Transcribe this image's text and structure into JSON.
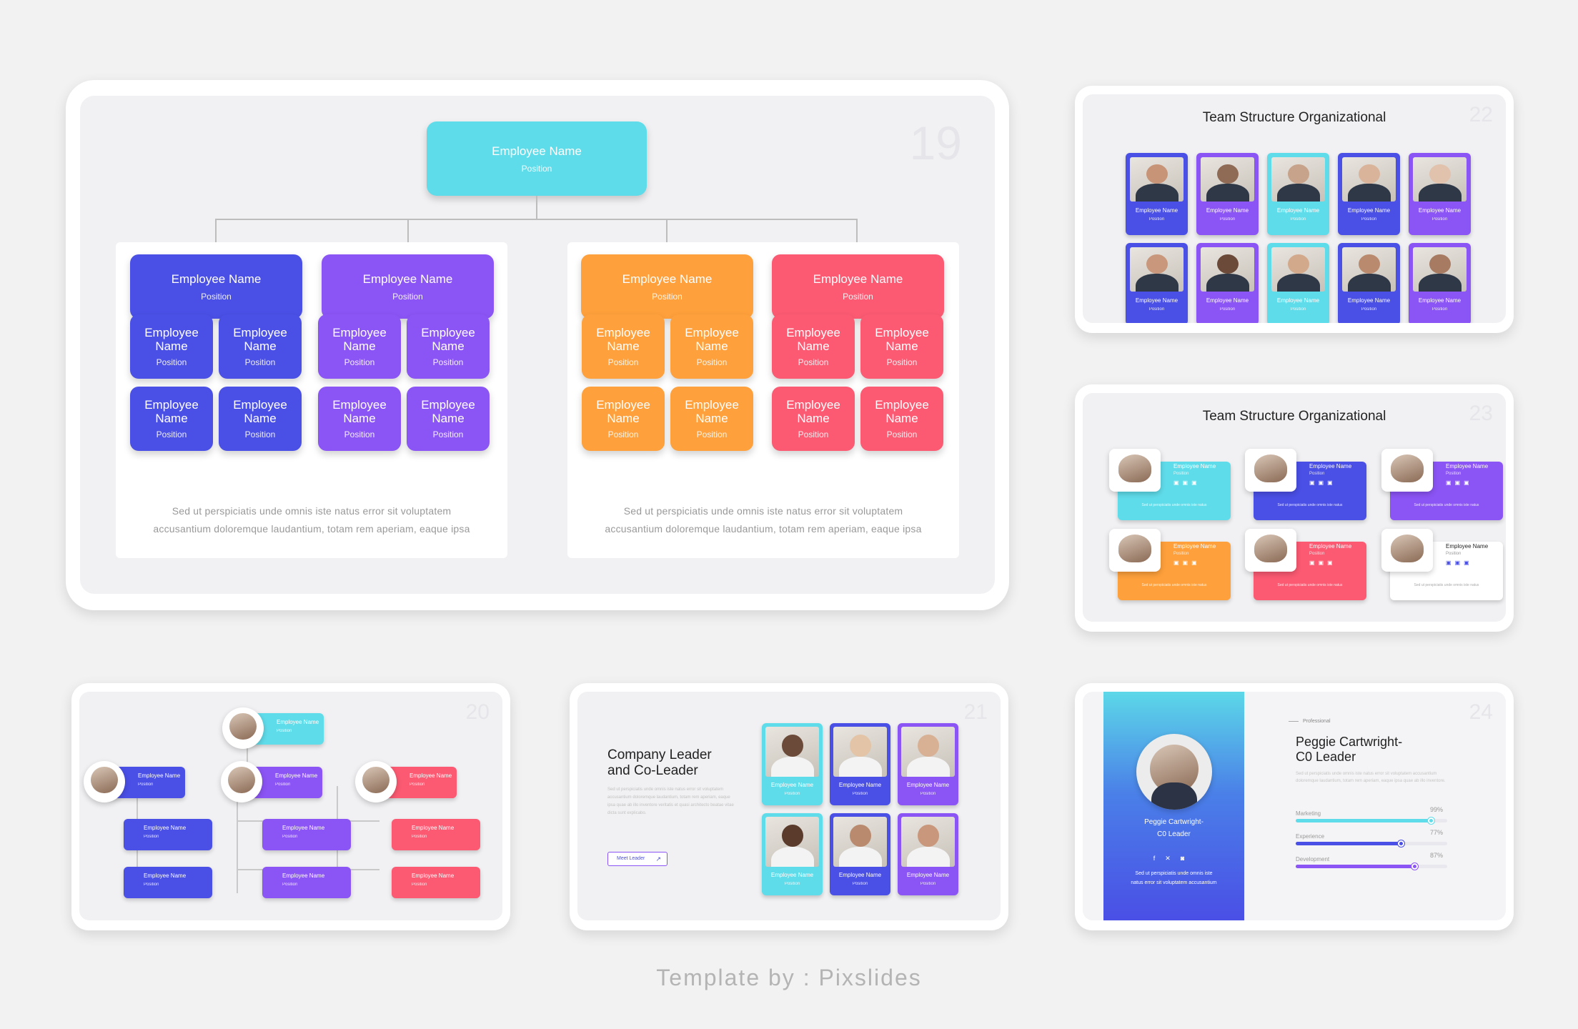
{
  "footer": {
    "credit": "Template by : Pixslides"
  },
  "slide19": {
    "number": "19",
    "top": {
      "name": "Employee Name",
      "position": "Position"
    },
    "heads": [
      {
        "name": "Employee Name",
        "position": "Position",
        "color": "#4a4fe6"
      },
      {
        "name": "Employee Name",
        "position": "Position",
        "color": "#8b54f5"
      },
      {
        "name": "Employee Name",
        "position": "Position",
        "color": "#fea03b"
      },
      {
        "name": "Employee Name",
        "position": "Position",
        "color": "#fb5a72"
      }
    ],
    "member": {
      "name": "Employee Name",
      "position": "Position"
    },
    "paragraph": "Sed ut perspiciatis  unde  omnis iste natus  error sit voluptatem accusantium  doloremque  laudantium,  totam rem aperiam,  eaque  ipsa"
  },
  "slide22": {
    "number": "22",
    "title": "Team Structure Organizational",
    "tile": {
      "name": "Employee Name",
      "position": "Position"
    }
  },
  "slide23": {
    "number": "23",
    "title": "Team Structure Organizational",
    "card": {
      "name": "Employee Name",
      "position": "Position",
      "text": "Sed ut perspiciatis unde omnis iste natus"
    }
  },
  "slide20": {
    "number": "20",
    "node": {
      "name": "Employee Name",
      "position": "Position"
    }
  },
  "slide21": {
    "number": "21",
    "title_line1": "Company Leader",
    "title_line2": "and Co-Leader",
    "body": "Sed ut perspiciatis unde omnis iste natus error sit voluptatem accusantium doloremque laudantium, totam rem aperiam, eaque ipsa quae ab illo inventore veritatis et quasi architecto beatae vitae dicta sunt explicabo.",
    "button": "Meet Leader",
    "tile": {
      "name": "Employee Name",
      "position": "Position"
    }
  },
  "slide24": {
    "number": "24",
    "label": "Professional",
    "name_line1": "Peggie Cartwright-",
    "name_line2": "C0 Leader",
    "card_name_line1": "Peggie Cartwright-",
    "card_name_line2": "C0 Leader",
    "card_text": "Sed ut perspiciatis unde omnis iste natus error sit voluptatem accusantium",
    "desc": "Sed ut perspiciatis unde omnis iste natus error sit voluptatem accusantium doloremque laudantium, totam rem aperiam, eaque ipsa quae ab illo inventore.",
    "skills": [
      {
        "label": "Marketing",
        "percent": "99%",
        "value": 0.99,
        "color": "#5fdcea"
      },
      {
        "label": "Experience",
        "percent": "77%",
        "value": 0.77,
        "color": "#4a4fe6"
      },
      {
        "label": "Development",
        "percent": "87%",
        "value": 0.87,
        "color": "#8b54f5"
      }
    ]
  }
}
